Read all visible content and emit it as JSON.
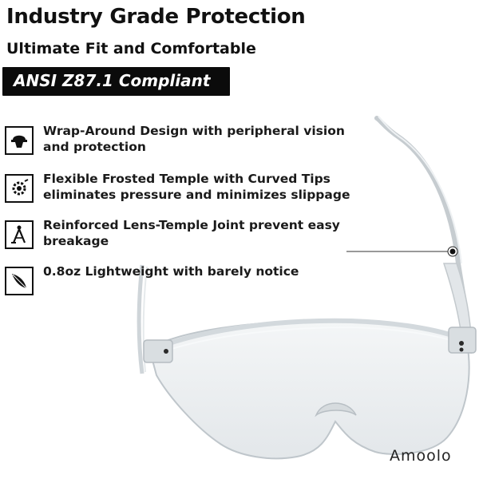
{
  "header": {
    "title": "Industry Grade Protection",
    "subtitle": "Ultimate Fit and Comfortable"
  },
  "badge": {
    "label": "ANSI Z87.1 Compliant"
  },
  "features": [
    {
      "icon": "helmet-icon",
      "text": "Wrap-Around Design with peripheral vision and protection"
    },
    {
      "icon": "gear-icon",
      "text": "Flexible Frosted Temple with Curved Tips eliminates pressure and minimizes slippage"
    },
    {
      "icon": "compass-icon",
      "text": "Reinforced Lens-Temple Joint prevent easy breakage"
    },
    {
      "icon": "feather-icon",
      "text": "0.8oz Lightweight with barely notice"
    }
  ],
  "brand": {
    "logo_text": "Amoolo"
  },
  "colors": {
    "text": "#111111",
    "badge_bg": "#0b0b0b",
    "badge_text": "#ffffff",
    "lens": "#c9cfd3"
  }
}
